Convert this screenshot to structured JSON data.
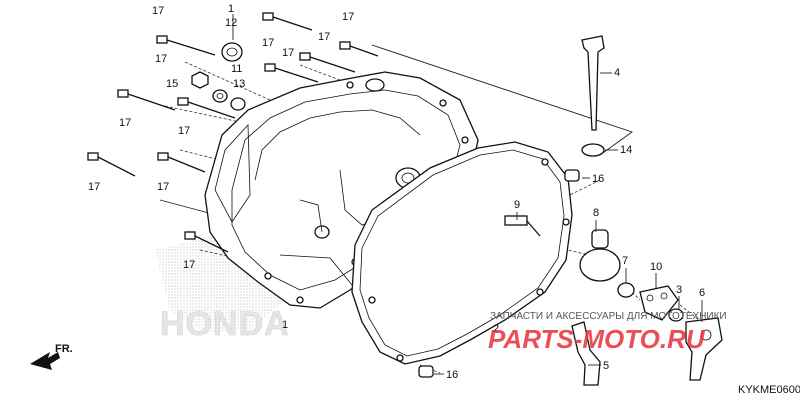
{
  "diagram": {
    "code": "KYKME0600",
    "direction_label": "FR.",
    "brand_watermark": "HONDA",
    "site_watermark_text": "ЗАПЧАСТИ И АКСЕССУАРЫ ДЛЯ МОТОТЕХНИКИ",
    "site_watermark_logo": "PARTS-MOTO.RU"
  },
  "callouts": {
    "c1a": "1",
    "c1b": "1",
    "c2": "2",
    "c3": "3",
    "c4": "4",
    "c5": "5",
    "c6": "6",
    "c7": "7",
    "c8": "8",
    "c9": "9",
    "c10": "10",
    "c11": "11",
    "c12": "12",
    "c13": "13",
    "c14": "14",
    "c15": "15",
    "c16a": "16",
    "c16b": "16",
    "c17a": "17",
    "c17b": "17",
    "c17c": "17",
    "c17d": "17",
    "c17e": "17",
    "c17f": "17",
    "c17g": "17",
    "c17h": "17",
    "c17i": "17",
    "c17j": "17",
    "c17k": "17"
  }
}
